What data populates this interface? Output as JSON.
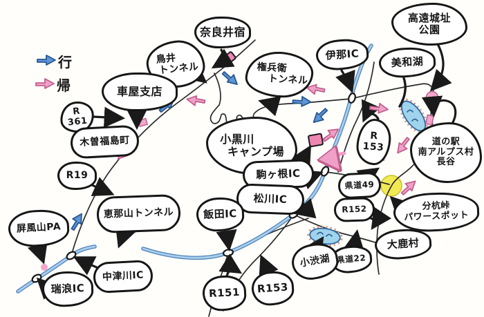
{
  "legend": {
    "go_label": "行",
    "return_label": "帰"
  },
  "map": {
    "bubbles": [
      {
        "id": "narai-juku",
        "label": "奈良井宿",
        "lines": [
          "奈良井宿"
        ]
      },
      {
        "id": "torii-tunnel",
        "label": "鳥井トンネル",
        "lines": [
          "鳥井",
          "トンネル"
        ]
      },
      {
        "id": "kurumaya",
        "label": "車屋支店",
        "lines": [
          "車屋支店"
        ]
      },
      {
        "id": "gonbei-tunnel",
        "label": "権兵衛トンネル",
        "lines": [
          "権兵衛",
          "トンネル"
        ]
      },
      {
        "id": "ina-ic",
        "label": "伊那IC",
        "lines": [
          "伊那IC"
        ]
      },
      {
        "id": "miwako",
        "label": "美和湖",
        "lines": [
          "美和湖"
        ]
      },
      {
        "id": "takato-park",
        "label": "高遠城址公園",
        "lines": [
          "高遠城址",
          "公園"
        ]
      },
      {
        "id": "r361",
        "label": "R361",
        "lines": [
          "R",
          "361"
        ]
      },
      {
        "id": "kiso-fukushima",
        "label": "木曽福島町",
        "lines": [
          "木曽福島町"
        ]
      },
      {
        "id": "r19",
        "label": "R19",
        "lines": [
          "R19"
        ]
      },
      {
        "id": "okurogawa-camp",
        "label": "小黒川キャンプ場",
        "lines": [
          "小黒川",
          "キャンプ場"
        ]
      },
      {
        "id": "komagane-ic",
        "label": "駒ヶ根IC",
        "lines": [
          "駒ヶ根IC"
        ]
      },
      {
        "id": "matsukawa-ic",
        "label": "松川IC",
        "lines": [
          "松川IC"
        ]
      },
      {
        "id": "r153-upper",
        "label": "R153",
        "lines": [
          "R",
          "153"
        ]
      },
      {
        "id": "michinoeki-hase",
        "label": "道の駅 南アルプス村 長谷",
        "lines": [
          "道の駅",
          "南アルプス村",
          "長谷"
        ]
      },
      {
        "id": "kendo49",
        "label": "県道49",
        "lines": [
          "県道49"
        ]
      },
      {
        "id": "r152",
        "label": "R152",
        "lines": [
          "R152"
        ]
      },
      {
        "id": "bunkui-pass",
        "label": "分杭峠パワースポット",
        "lines": [
          "分杭峠",
          "パワースポット"
        ]
      },
      {
        "id": "oshika-mura",
        "label": "大鹿村",
        "lines": [
          "大鹿村"
        ]
      },
      {
        "id": "kendo22",
        "label": "県道22",
        "lines": [
          "県道22"
        ]
      },
      {
        "id": "koshibuko",
        "label": "小渋湖",
        "lines": [
          "小渋湖"
        ]
      },
      {
        "id": "r153-lower",
        "label": "R153",
        "lines": [
          "R153"
        ]
      },
      {
        "id": "r151",
        "label": "R151",
        "lines": [
          "R151"
        ]
      },
      {
        "id": "iida-ic",
        "label": "飯田IC",
        "lines": [
          "飯田IC"
        ]
      },
      {
        "id": "enasan-tunnel",
        "label": "恵那山トンネル",
        "lines": [
          "恵那山トンネル"
        ]
      },
      {
        "id": "byobuzan-pa",
        "label": "屏風山PA",
        "lines": [
          "屏風山PA"
        ]
      },
      {
        "id": "mizunami-ic",
        "label": "瑞浪IC",
        "lines": [
          "瑞浪IC"
        ]
      },
      {
        "id": "nakatsugawa-ic",
        "label": "中津川IC",
        "lines": [
          "中津川IC"
        ]
      }
    ],
    "markers": [
      {
        "id": "narai-stop-marker",
        "shape": "pink-rectangle"
      },
      {
        "id": "kiso-fukushima-stop-marker",
        "shape": "pink-rectangle"
      },
      {
        "id": "campsite-marker",
        "shape": "pink-square"
      },
      {
        "id": "miwako-stop-marker",
        "shape": "pink-rectangle"
      },
      {
        "id": "takato-park-marker",
        "shape": "pink-circle"
      },
      {
        "id": "byobuzan-pa-marker",
        "shape": "pink-dot"
      },
      {
        "id": "bunkui-pass-highlight",
        "shape": "yellow-circle"
      }
    ],
    "lakes": [
      "美和湖",
      "小渋湖"
    ],
    "interchange_nodes": [
      "mizunami",
      "nakatsugawa",
      "iida",
      "matsukawa",
      "komagane",
      "ina"
    ]
  },
  "colors": {
    "paper": "#fffefb",
    "ink": "#161616",
    "road": "#2a2a2a",
    "hwy": "#a8cdec",
    "hwy_case": "#4f83b9",
    "go": "#5e95d8",
    "go_edge": "#27578f",
    "ret": "#f0a0c6",
    "ret_edge": "#c2608f",
    "lake": "#9fd4ec",
    "lake_edge": "#2e6aa8",
    "lake_hatch": "#d39a84",
    "marker_pink": "#f3a6ca",
    "marker_deep": "#ee86b4",
    "pass_yellow": "#f2ea55"
  }
}
